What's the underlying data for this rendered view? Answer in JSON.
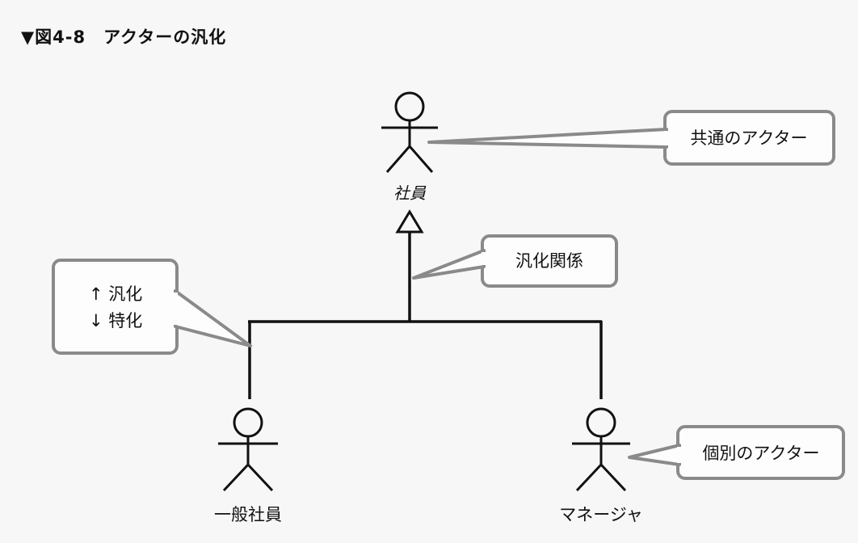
{
  "figure": {
    "title": "▼図4-8　アクターの汎化"
  },
  "actors": {
    "parent": {
      "label": "社員"
    },
    "child_left": {
      "label": "一般社員"
    },
    "child_right": {
      "label": "マネージャ"
    }
  },
  "callouts": {
    "common_actor": {
      "text": "共通のアクター"
    },
    "generalization": {
      "text": "汎化関係"
    },
    "direction": {
      "line1": "↑ 汎化",
      "line2": "↓ 特化"
    },
    "individual_actor": {
      "text": "個別のアクター"
    }
  }
}
